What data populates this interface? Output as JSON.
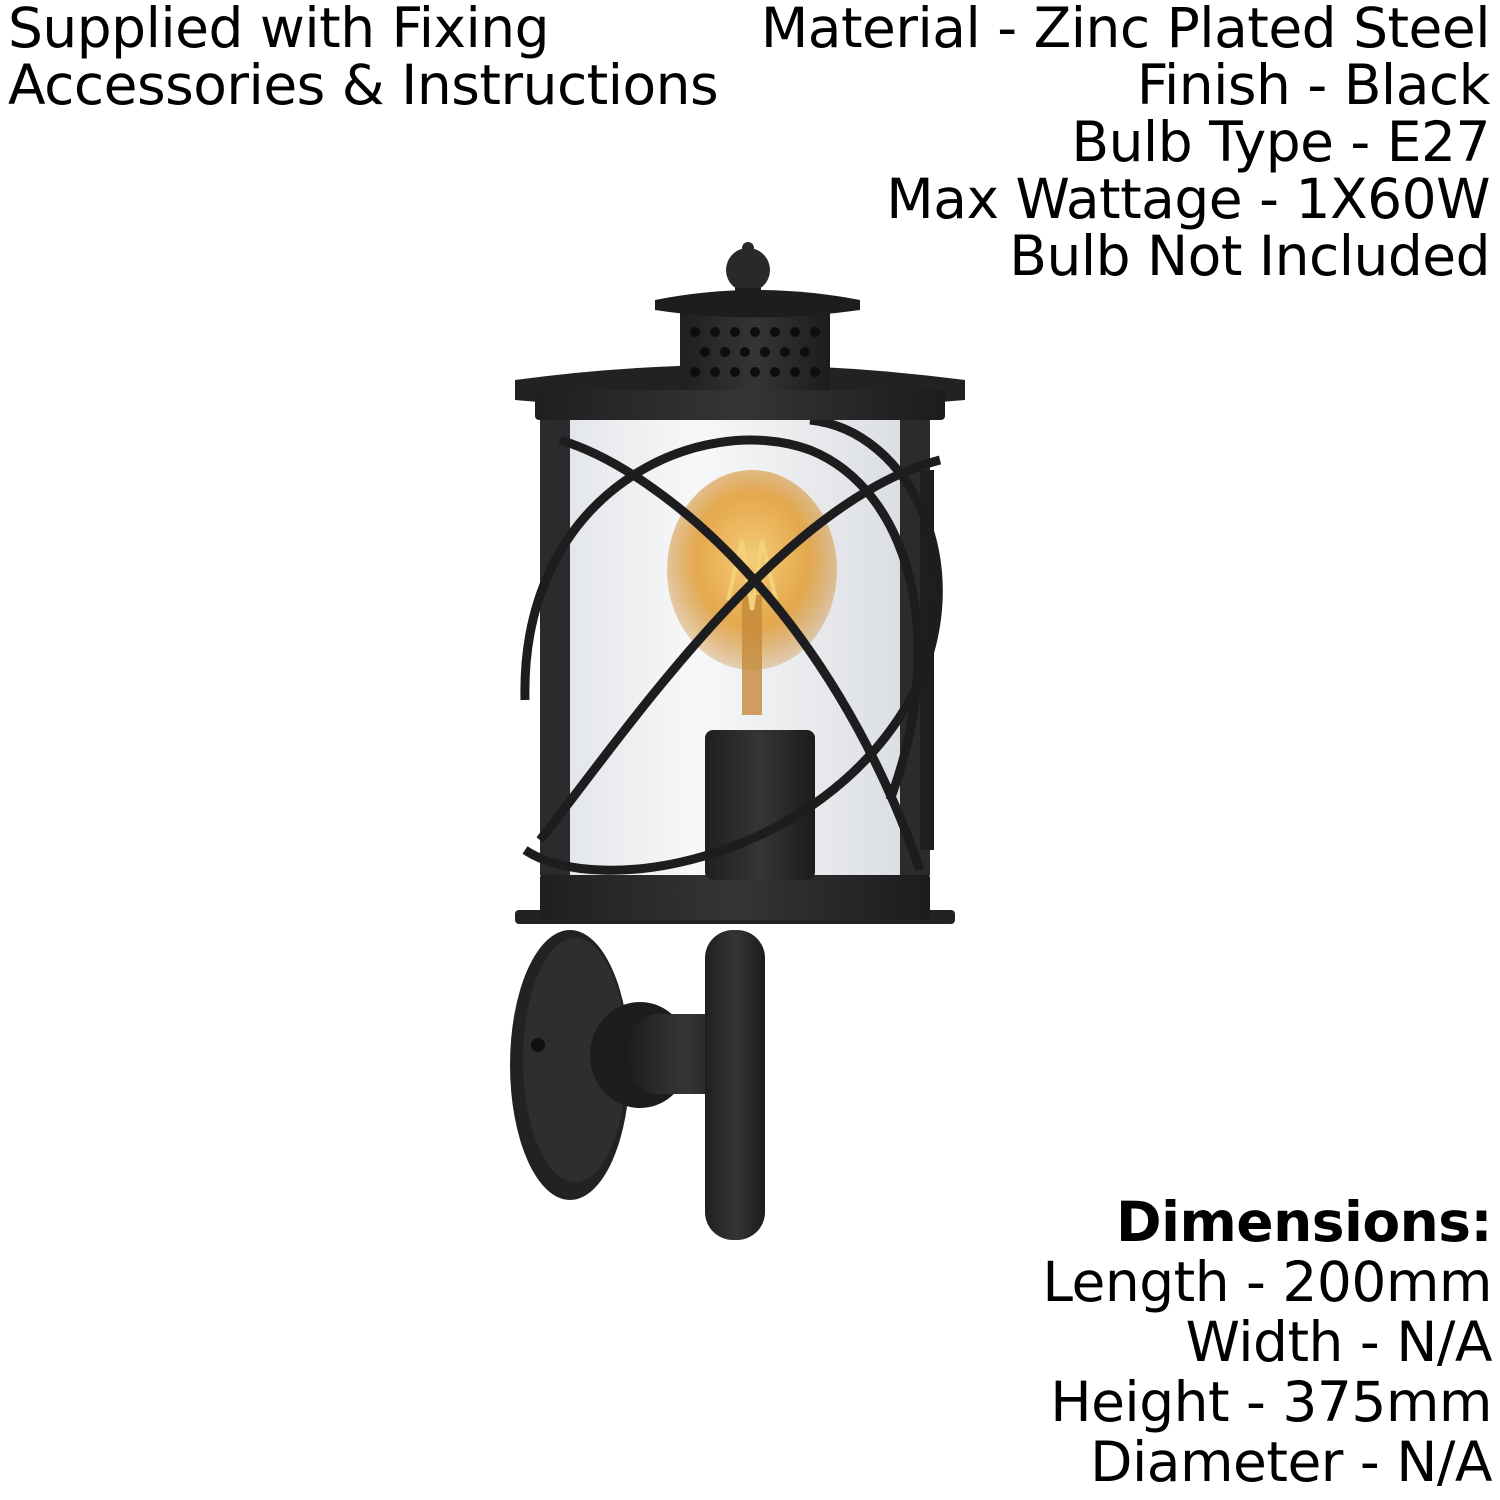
{
  "fixing_note": {
    "line1": "Supplied with Fixing",
    "line2": "Accessories & Instructions"
  },
  "specs": {
    "material": "Material - Zinc Plated Steel",
    "finish": "Finish - Black",
    "bulb_type": "Bulb Type - E27",
    "max_wattage": "Max Wattage - 1X60W",
    "bulb_note": "Bulb Not Included"
  },
  "dimensions": {
    "heading": "Dimensions:",
    "length": "Length - 200mm",
    "width": "Width - N/A",
    "height": "Height - 375mm",
    "diameter": "Diameter - N/A"
  },
  "product_image": {
    "icon": "outdoor-wall-lantern",
    "colors": {
      "frame": "#2b2b2d",
      "frame_highlight": "#3a3a3c",
      "glass": "#eef0f2",
      "bulb_glow": "#e8a63c",
      "filament": "#f2d27a"
    }
  }
}
